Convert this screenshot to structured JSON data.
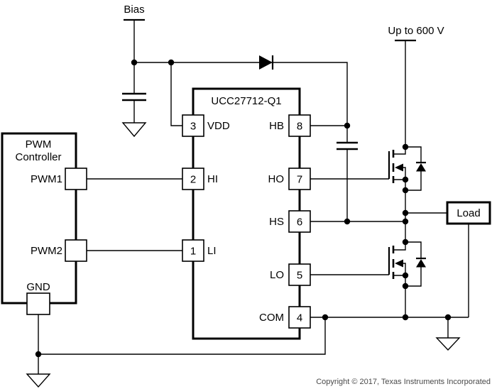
{
  "schematic": {
    "bias": {
      "label": "Bias"
    },
    "hv_supply": {
      "label": "Up to 600 V"
    },
    "load": {
      "label": "Load"
    },
    "copyright": "Copyright © 2017, Texas Instruments Incorporated",
    "pwm_controller": {
      "title_line1": "PWM",
      "title_line2": "Controller",
      "pwm1_label": "PWM1",
      "pwm2_label": "PWM2",
      "gnd_label": "GND"
    },
    "driver_ic": {
      "title": "UCC27712-Q1",
      "pins": {
        "vdd": {
          "number": "3",
          "name": "VDD"
        },
        "hi": {
          "number": "2",
          "name": "HI"
        },
        "li": {
          "number": "1",
          "name": "LI"
        },
        "hb": {
          "number": "8",
          "name": "HB"
        },
        "ho": {
          "number": "7",
          "name": "HO"
        },
        "hs": {
          "number": "6",
          "name": "HS"
        },
        "lo": {
          "number": "5",
          "name": "LO"
        },
        "com": {
          "number": "4",
          "name": "COM"
        }
      }
    },
    "colors": {
      "line": "#000000",
      "text": "#000000",
      "copyright": "#4a4a4a",
      "background": "#ffffff"
    }
  }
}
